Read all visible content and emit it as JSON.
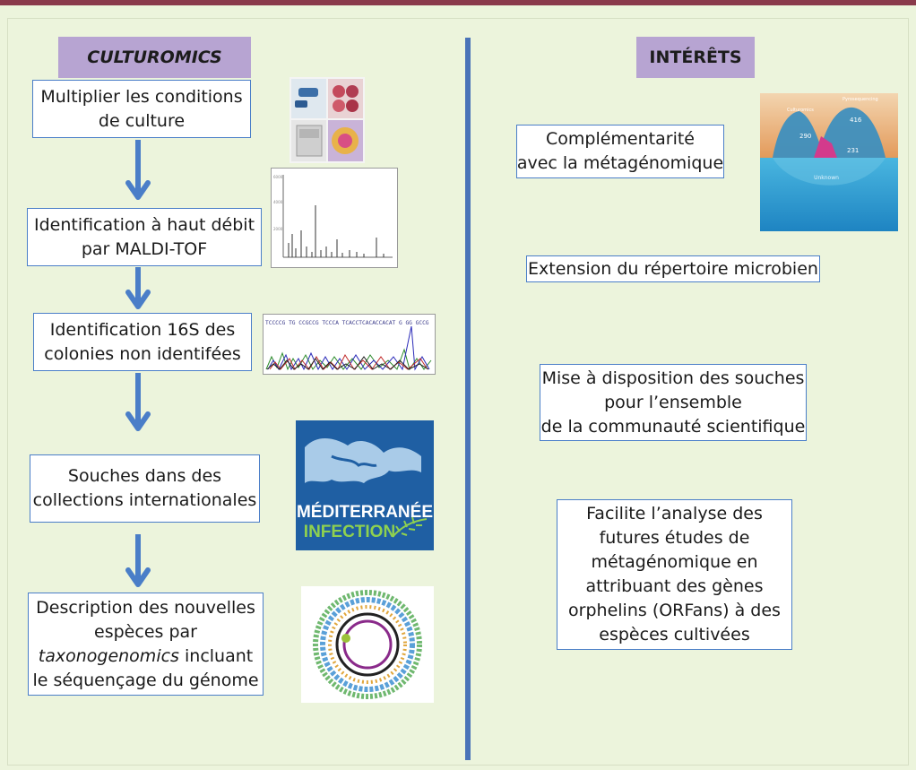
{
  "left": {
    "header": "CULTUROMICS",
    "steps": [
      {
        "lines": [
          "Multiplier les conditions",
          "de culture"
        ]
      },
      {
        "lines": [
          "Identification à haut débit",
          "par MALDI-TOF"
        ]
      },
      {
        "lines": [
          "Identification 16S des",
          "colonies non identifées"
        ]
      },
      {
        "lines": [
          "Souches dans des",
          "collections internationales"
        ]
      },
      {
        "lines": [
          "Description des nouvelles",
          "espèces par",
          "taxonogenomics incluant",
          "le séquençage du génome"
        ],
        "italic_word": "taxonogenomics"
      }
    ],
    "logo": {
      "line1": "MÉDITERRANÉE",
      "line2": "INFECTION"
    },
    "chromatogram_header": "TCCCCG TG CCGCCG TCCCA TCACCTCACACCACAT G GG GCCG"
  },
  "right": {
    "header": "INTÉRÊTS",
    "items": [
      {
        "lines": [
          "Complémentarité",
          "avec la métagénomique"
        ]
      },
      {
        "lines": [
          "Extension du répertoire microbien"
        ]
      },
      {
        "lines": [
          "Mise à disposition des souches",
          "pour l’ensemble",
          "de la communauté scientifique"
        ]
      },
      {
        "lines": [
          "Facilite l’analyse des",
          "futures études de",
          "métagénomique en",
          "attribuant des gènes",
          "orphelins (ORFans) à des",
          "espèces cultivées"
        ]
      }
    ],
    "iceberg": {
      "left_label": "Culturomics",
      "right_label": "Pyrosequencing",
      "n1": "290",
      "n2": "416",
      "n3": "231",
      "bottom": "Unknown"
    }
  },
  "colors": {
    "header_bg": "#b7a4d2",
    "panel_bg": "#ecf4dc",
    "accent": "#4a7ec8",
    "top_bar": "#8a3a4b"
  }
}
